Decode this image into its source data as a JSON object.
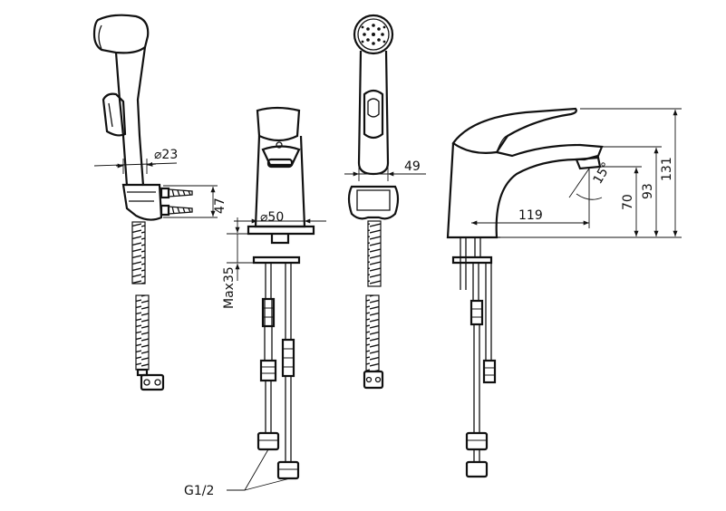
{
  "dimensions": {
    "bidet_hose_diameter": "⌀23",
    "bracket_height": "47",
    "base_diameter": "⌀50",
    "max_deck_thickness": "Max35",
    "hand_shower_width": "49",
    "spout_reach": "119",
    "spout_angle": "15°",
    "spout_height": "70",
    "lever_height": "93",
    "total_height": "131",
    "connection_thread": "G1/2"
  }
}
